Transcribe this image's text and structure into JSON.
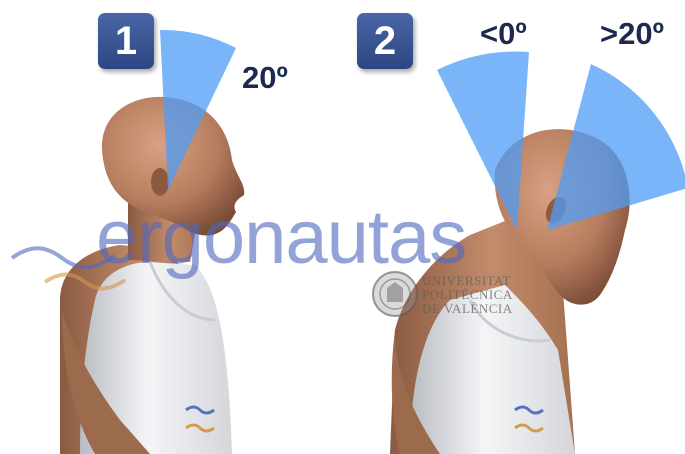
{
  "panels": [
    {
      "number": "1",
      "angles": [
        "20º"
      ]
    },
    {
      "number": "2",
      "angles": [
        "<0º",
        ">20º"
      ]
    }
  ],
  "watermark": {
    "brand": "ergonautas",
    "institution_lines": [
      "UNIVERSITAT",
      "POLITÈCNICA",
      "DE VALÈNCIA"
    ]
  },
  "colors": {
    "badge": "#3b5593",
    "angle_text": "#1b2a4e",
    "wedge": "#4f9cf7",
    "watermark": "#5a6fc2",
    "skin": "#c0896a",
    "shirt": "#eef0f3"
  }
}
